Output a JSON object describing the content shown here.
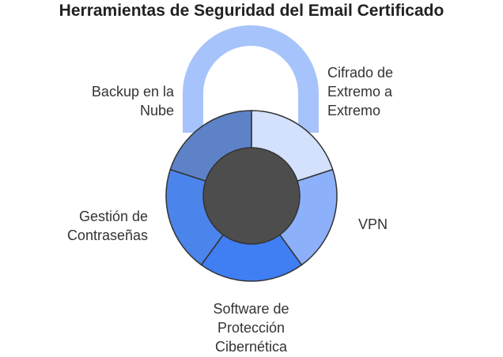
{
  "title": "Herramientas de Seguridad del Email Certificado",
  "colors": {
    "shackle": "#a7c3fb",
    "core": "#4d4d4d",
    "outline": "#333333"
  },
  "segments": [
    {
      "label": "Cifrado de\nExtremo a\nExtremo",
      "color": "#d3e1fc"
    },
    {
      "label": "VPN",
      "color": "#8cb0fa"
    },
    {
      "label": "Software de\nProtección\nCibernética",
      "color": "#3f7ef3"
    },
    {
      "label": "Gestión de\nContraseñas",
      "color": "#4b85eb"
    },
    {
      "label": "Backup en la\nNube",
      "color": "#5e82c8"
    }
  ]
}
